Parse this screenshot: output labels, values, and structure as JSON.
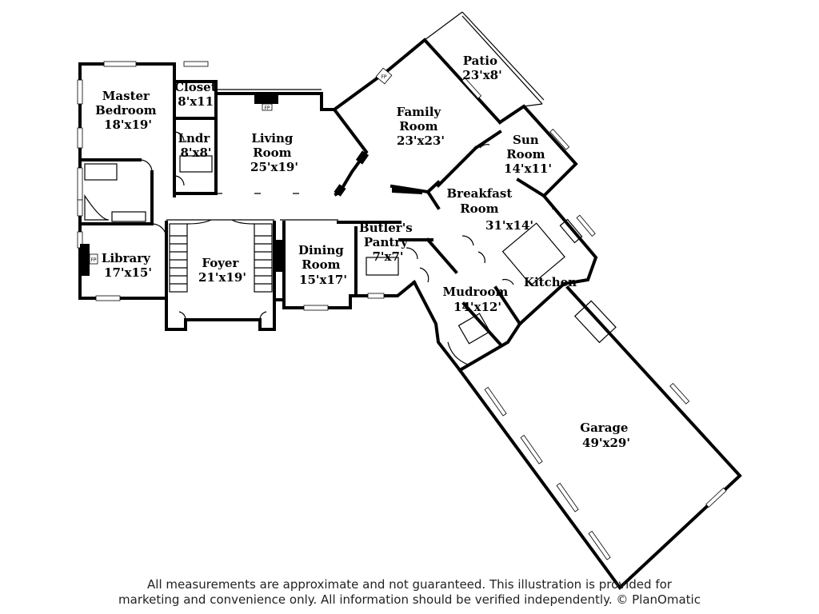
{
  "rooms": [
    {
      "id": "master-bedroom",
      "lines": [
        "Master",
        "Bedroom",
        "18'x19'"
      ]
    },
    {
      "id": "closet",
      "lines": [
        "Closet",
        "8'x11'"
      ]
    },
    {
      "id": "laundry",
      "lines": [
        "Lndr",
        "8'x8'"
      ]
    },
    {
      "id": "living-room",
      "lines": [
        "Living",
        "Room",
        "25'x19'"
      ]
    },
    {
      "id": "family-room",
      "lines": [
        "Family",
        "Room",
        "23'x23'"
      ]
    },
    {
      "id": "patio",
      "lines": [
        "Patio",
        "23'x8'"
      ]
    },
    {
      "id": "sun-room",
      "lines": [
        "Sun",
        "Room",
        "14'x11'"
      ]
    },
    {
      "id": "breakfast-room",
      "lines": [
        "Breakfast",
        "Room",
        "31'x14'"
      ]
    },
    {
      "id": "library",
      "lines": [
        "Library",
        "17'x15'"
      ]
    },
    {
      "id": "foyer",
      "lines": [
        "Foyer",
        "21'x19'"
      ]
    },
    {
      "id": "dining-room",
      "lines": [
        "Dining",
        "Room",
        "15'x17'"
      ]
    },
    {
      "id": "butlers-pantry",
      "lines": [
        "Butler's",
        "Pantry",
        "7'x7'"
      ]
    },
    {
      "id": "kitchen",
      "lines": [
        "Kitchen"
      ]
    },
    {
      "id": "mudroom",
      "lines": [
        "Mudroom",
        "14'x12'"
      ]
    },
    {
      "id": "garage",
      "lines": [
        "Garage",
        "49'x29'"
      ]
    }
  ],
  "fireplace_label": "FP",
  "disclaimer": {
    "line1": "All measurements are approximate and not guaranteed. This illustration is provided for",
    "line2": "marketing and convenience only. All information should be verified independently. © PlanOmatic"
  }
}
